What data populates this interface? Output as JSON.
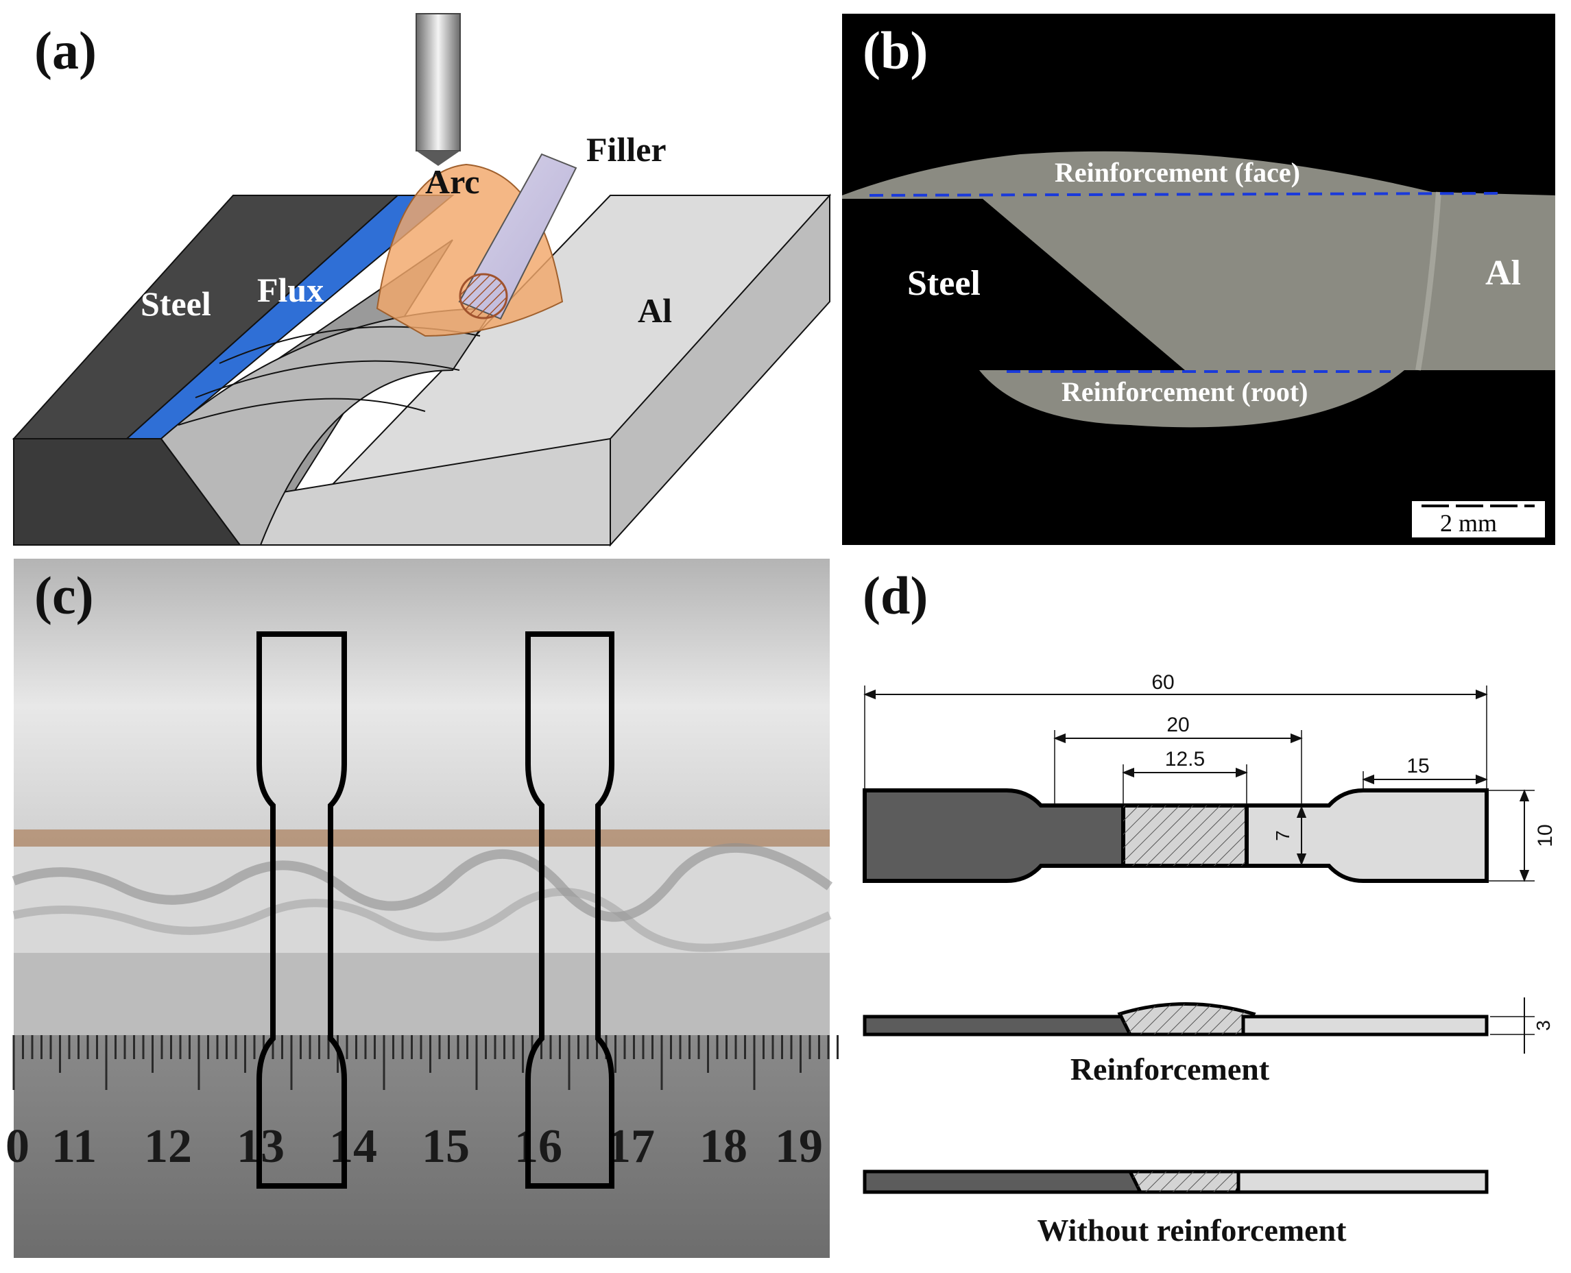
{
  "panels": {
    "a": {
      "label": "(a)",
      "texts": {
        "steel": "Steel",
        "flux": "Flux",
        "arc": "Arc",
        "filler": "Filler",
        "al": "Al"
      }
    },
    "b": {
      "label": "(b)",
      "texts": {
        "reinf_face": "Reinforcement (face)",
        "steel": "Steel",
        "al": "Al",
        "reinf_root": "Reinforcement (root)"
      },
      "scale_bar": "2 mm"
    },
    "c": {
      "label": "(c)",
      "ruler_ticks": [
        "0",
        "11",
        "12",
        "13",
        "14",
        "15",
        "16",
        "17",
        "18",
        "19"
      ]
    },
    "d": {
      "label": "(d)",
      "dimensions": {
        "total": "60",
        "middle": "20",
        "inner": "12.5",
        "grip": "15",
        "width": "10",
        "gauge_width": "7",
        "thickness": "3"
      },
      "captions": {
        "reinforcement": "Reinforcement",
        "without": "Without reinforcement"
      }
    }
  },
  "colors": {
    "steel": "#5a5a5a",
    "al": "#d6d6d6",
    "flux": "#2f6fd6",
    "arc": "#f2a76a",
    "dash": "#1a3adb"
  }
}
